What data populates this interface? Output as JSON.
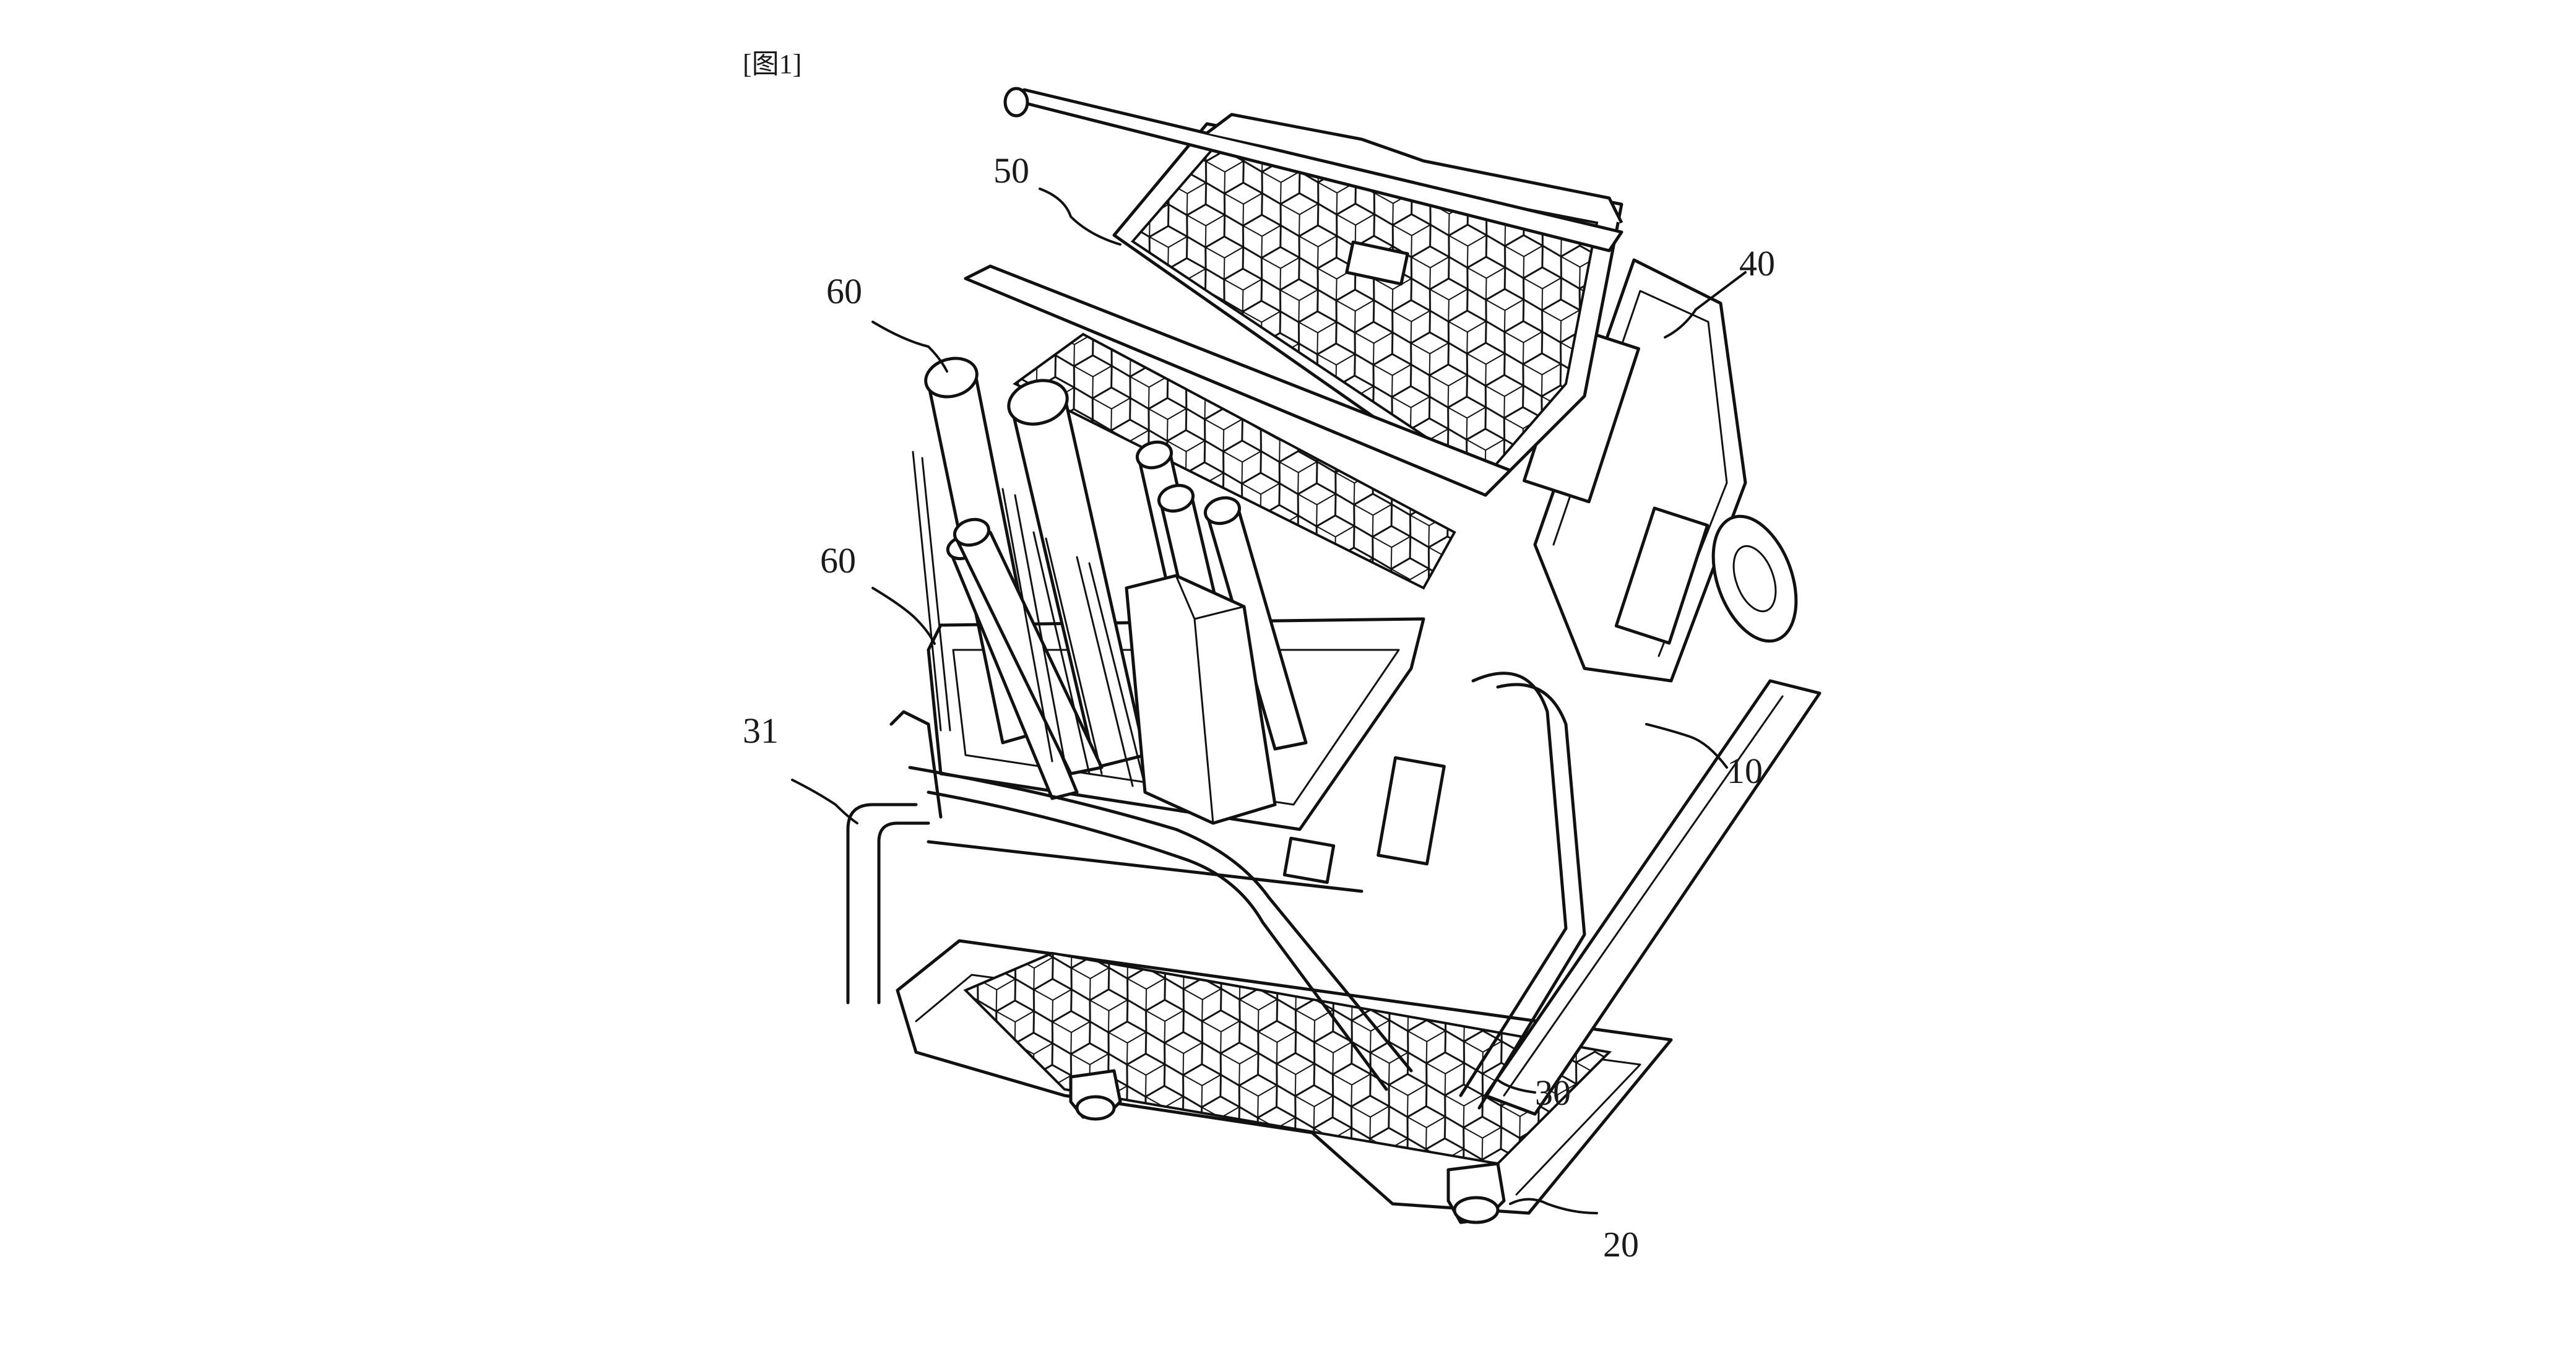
{
  "figure": {
    "caption": "[图1]",
    "labels": [
      {
        "id": "label-50",
        "text": "50"
      },
      {
        "id": "label-40",
        "text": "40"
      },
      {
        "id": "label-60-top",
        "text": "60"
      },
      {
        "id": "label-60-bottom",
        "text": "60"
      },
      {
        "id": "label-31",
        "text": "31"
      },
      {
        "id": "label-10",
        "text": "10"
      },
      {
        "id": "label-30",
        "text": "30"
      },
      {
        "id": "label-20",
        "text": "20"
      }
    ]
  }
}
